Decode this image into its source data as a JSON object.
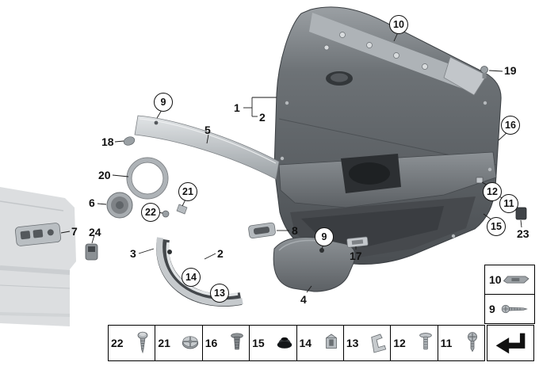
{
  "colors": {
    "background": "#ffffff",
    "panel_dark": "#4a4e52",
    "panel_mid": "#7d8286",
    "panel_light": "#b7bcc0",
    "line": "#111111"
  },
  "callouts": [
    {
      "label": "10",
      "style": "circled"
    },
    {
      "label": "19",
      "style": "plain"
    },
    {
      "label": "16",
      "style": "circled"
    },
    {
      "label": "12",
      "style": "circled"
    },
    {
      "label": "11",
      "style": "circled"
    },
    {
      "label": "15",
      "style": "circled"
    },
    {
      "label": "23",
      "style": "plain"
    },
    {
      "label": "1",
      "style": "plain"
    },
    {
      "label": "2",
      "style": "plain"
    },
    {
      "label": "9",
      "style": "circled"
    },
    {
      "label": "18",
      "style": "plain"
    },
    {
      "label": "5",
      "style": "plain"
    },
    {
      "label": "20",
      "style": "plain"
    },
    {
      "label": "21",
      "style": "circled"
    },
    {
      "label": "22",
      "style": "circled"
    },
    {
      "label": "6",
      "style": "plain"
    },
    {
      "label": "7",
      "style": "plain"
    },
    {
      "label": "24",
      "style": "plain"
    },
    {
      "label": "3",
      "style": "plain"
    },
    {
      "label": "2",
      "style": "plain"
    },
    {
      "label": "14",
      "style": "circled"
    },
    {
      "label": "13",
      "style": "circled"
    },
    {
      "label": "8",
      "style": "plain"
    },
    {
      "label": "9",
      "style": "circled"
    },
    {
      "label": "17",
      "style": "plain"
    },
    {
      "label": "4",
      "style": "plain"
    }
  ],
  "fastener_table": {
    "cells": [
      {
        "label": "22",
        "icon": "tapping-screw-icon"
      },
      {
        "label": "21",
        "icon": "plastic-nut-icon"
      },
      {
        "label": "16",
        "icon": "expansion-rivet-icon"
      },
      {
        "label": "15",
        "icon": "grommet-icon"
      },
      {
        "label": "14",
        "icon": "metal-clip-icon"
      },
      {
        "label": "13",
        "icon": "angle-bracket-icon"
      },
      {
        "label": "12",
        "icon": "expanding-rivet-icon"
      },
      {
        "label": "11",
        "icon": "pan-head-screw-icon"
      }
    ]
  },
  "side_boxes": [
    {
      "label": "10",
      "icon": "retaining-clip-icon"
    },
    {
      "label": "9",
      "icon": "screw-icon"
    }
  ],
  "arrow_box": {
    "icon": "direction-arrow-icon"
  }
}
